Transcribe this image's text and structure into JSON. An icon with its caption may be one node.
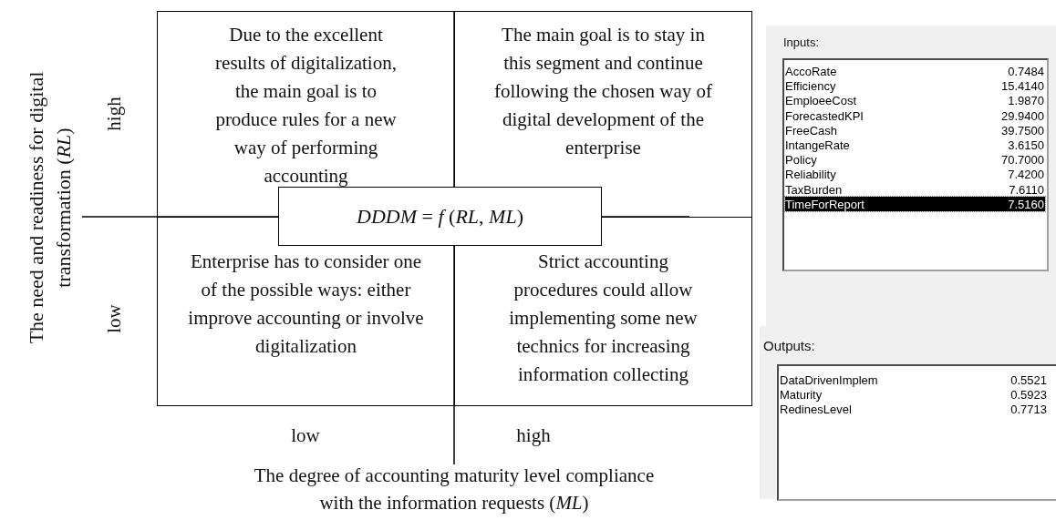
{
  "diagram": {
    "nodes": [
      {
        "text": [
          "Due to the excellent results of digitalization, the main goal is to produce rules for a new way of performing accounting"
        ]
      },
      {
        "text": [
          "The main goal is to stay in this segment and continue following the chosen way of digital development of the enterprise"
        ]
      },
      {
        "text": [
          "*DDDM* = *f* (*RL*, *ML*)"
        ]
      },
      {
        "text": [
          "Enterprise has to consider one of the possible ways: either improve accounting or involve digitalization"
        ]
      },
      {
        "text": [
          "Strict accounting procedures could allow implementing some new technics for increasing information collecting"
        ]
      }
    ],
    "labels": [
      "The need and readiness for digital transformation (*RL*)",
      "high",
      "low",
      "low",
      "high",
      "The degree of accounting maturity level compliance with the information requests (*ML*)",
      "Inputs:",
      "AccoRate",
      "0.7484",
      "Efficiency",
      "15.4140",
      "EmploeeCost",
      "1.9870",
      "ForecastedKPI",
      "29.9400",
      "FreeCash",
      "39.7500",
      "IntangeRate",
      "3.6150",
      "Policy",
      "70.7000",
      "Reliability",
      "7.4200",
      "TaxBurden",
      "7.6110",
      "TimeForReport",
      "7.5160",
      "Outputs:",
      "DataDrivenImplem",
      "0.5521",
      "Maturity",
      "0.5923",
      "RedinesLevel",
      "0.7713"
    ]
  }
}
